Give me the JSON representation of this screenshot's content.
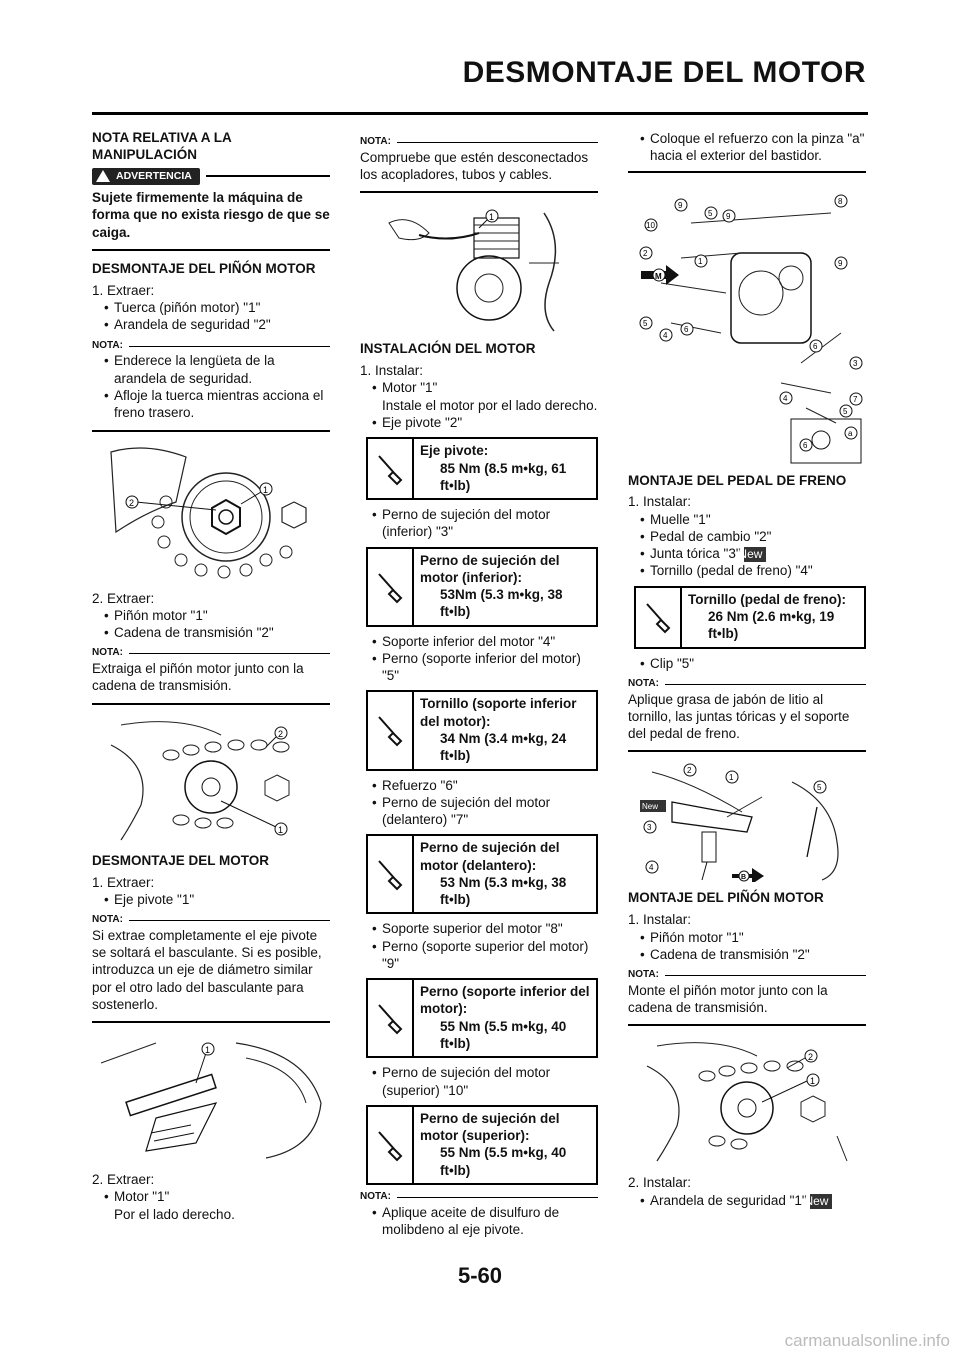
{
  "header": {
    "title": "DESMONTAJE DEL MOTOR"
  },
  "page_number": "5-60",
  "watermark": "carmanualsonline.info",
  "col1": {
    "s1_title": "NOTA RELATIVA A LA MANIPULACIÓN",
    "warning_label": "ADVERTENCIA",
    "warning_text": "Sujete firmemente la máquina de forma que no exista riesgo de que se caiga.",
    "s2_title": "DESMONTAJE DEL PIÑÓN MOTOR",
    "s2_step1": "1. Extraer:",
    "s2_b1": "Tuerca (piñón motor) \"1\"",
    "s2_b2": "Arandela de seguridad \"2\"",
    "nota": "NOTA:",
    "s2_n1": "Enderece la lengüeta de la arandela de seguridad.",
    "s2_n2": "Afloje la tuerca mientras acciona el freno trasero.",
    "s2_step2": "2. Extraer:",
    "s2_b3": "Piñón motor \"1\"",
    "s2_b4": "Cadena de transmisión \"2\"",
    "s2_n3": "Extraiga el piñón motor junto con la cadena de transmisión.",
    "s3_title": "DESMONTAJE DEL MOTOR",
    "s3_step1": "1. Extraer:",
    "s3_b1": "Eje pivote \"1\"",
    "s3_n1": "Si extrae completamente el eje pivote se soltará el basculante. Si es posible, introduzca un eje de diámetro similar por el otro lado del basculante para sostenerlo.",
    "s3_step2": "2. Extraer:",
    "s3_b2": "Motor \"1\"",
    "s3_b2_sub": "Por el lado derecho."
  },
  "col2": {
    "nota": "NOTA:",
    "n1": "Compruebe que estén desconectados los acopladores, tubos y cables.",
    "s1_title": "INSTALACIÓN DEL MOTOR",
    "step1": "1. Instalar:",
    "b1": "Motor \"1\"",
    "b1_sub": "Instale el motor por el lado derecho.",
    "b2": "Eje pivote \"2\"",
    "t1_label": "Eje pivote:",
    "t1_value": "85 Nm (8.5 m•kg, 61 ft•lb)",
    "b3": "Perno de sujeción del motor (inferior) \"3\"",
    "t2_label": "Perno de sujeción del motor (inferior):",
    "t2_value": "53Nm (5.3 m•kg, 38 ft•lb)",
    "b4": "Soporte inferior del motor \"4\"",
    "b5": "Perno (soporte inferior del motor) \"5\"",
    "t3_label": "Tornillo (soporte inferior del motor):",
    "t3_value": "34 Nm (3.4 m•kg, 24 ft•lb)",
    "b6": "Refuerzo \"6\"",
    "b7": "Perno de sujeción del motor (delantero) \"7\"",
    "t4_label": "Perno de sujeción del motor (delantero):",
    "t4_value": "53 Nm (5.3 m•kg, 38 ft•lb)",
    "b8": "Soporte superior del motor \"8\"",
    "b9": "Perno (soporte superior del motor) \"9\"",
    "t5_label": "Perno (soporte inferior del motor):",
    "t5_value": "55 Nm (5.5 m•kg, 40 ft•lb)",
    "b10": "Perno de sujeción del motor (superior) \"10\"",
    "t6_label": "Perno de sujeción del motor (superior):",
    "t6_value": "55 Nm (5.5 m•kg, 40 ft•lb)",
    "n2": "Aplique aceite de disulfuro de molibdeno al eje pivote."
  },
  "col3": {
    "b0": "Coloque el refuerzo con la pinza \"a\" hacia el exterior del bastidor.",
    "s1_title": "MONTAJE DEL PEDAL DE FRENO",
    "step1": "1. Instalar:",
    "b1": "Muelle \"1\"",
    "b2": "Pedal de cambio \"2\"",
    "b3": "Junta tórica \"3\"",
    "new_label": "New",
    "b4": "Tornillo (pedal de freno) \"4\"",
    "t1_label": "Tornillo (pedal de freno):",
    "t1_value": "26 Nm (2.6 m•kg, 19 ft•lb)",
    "b5": "Clip \"5\"",
    "nota": "NOTA:",
    "n1": "Aplique grasa de jabón de litio al tornillo, las juntas tóricas y el soporte del pedal de freno.",
    "s2_title": "MONTAJE DEL PIÑÓN MOTOR",
    "step2": "1. Instalar:",
    "b6": "Piñón motor \"1\"",
    "b7": "Cadena de transmisión \"2\"",
    "n2": "Monte el piñón motor junto con la cadena de transmisión.",
    "step3": "2. Instalar:",
    "b8": "Arandela de seguridad \"1\""
  },
  "figure_labels": {
    "n1": "1",
    "n2": "2",
    "n3": "3",
    "n4": "4",
    "n5": "5",
    "n6": "6",
    "n7": "7",
    "n8": "8",
    "n9": "9",
    "n10": "10",
    "a": "a",
    "m": "M",
    "b": "B"
  }
}
